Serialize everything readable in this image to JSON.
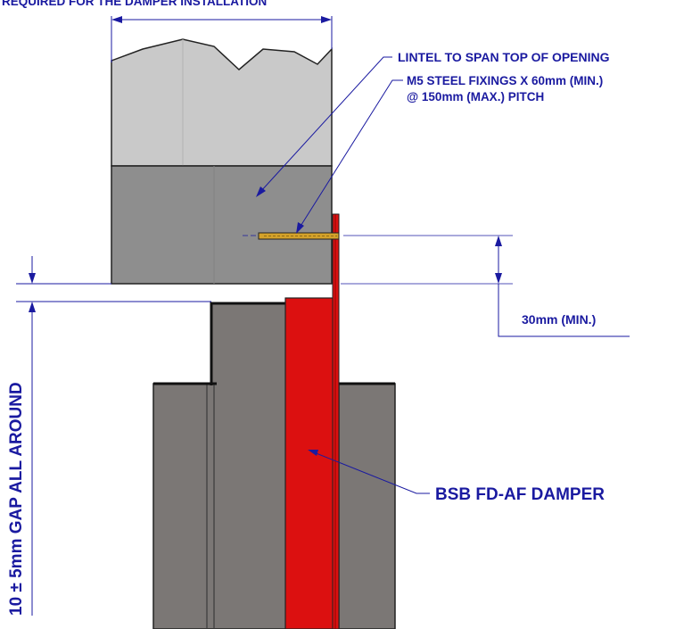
{
  "labels": {
    "top_cut": "REQUIRED FOR THE DAMPER INSTALLATION",
    "lintel": "LINTEL TO SPAN TOP OF OPENING",
    "fixings_line1": "M5 STEEL FIXINGS X 60mm (MIN.)",
    "fixings_line2": "@ 150mm (MAX.) PITCH",
    "clearance": "30mm (MIN.)",
    "damper": "BSB FD-AF DAMPER",
    "gap": "10 ± 5mm GAP ALL AROUND"
  },
  "colors": {
    "wall_light": "#c9c9c9",
    "lintel": "#8e8e8e",
    "duct": "#7b7775",
    "damper": "#dc1010",
    "fixing": "#d4a22a",
    "annotation": "#1a1aa0"
  }
}
